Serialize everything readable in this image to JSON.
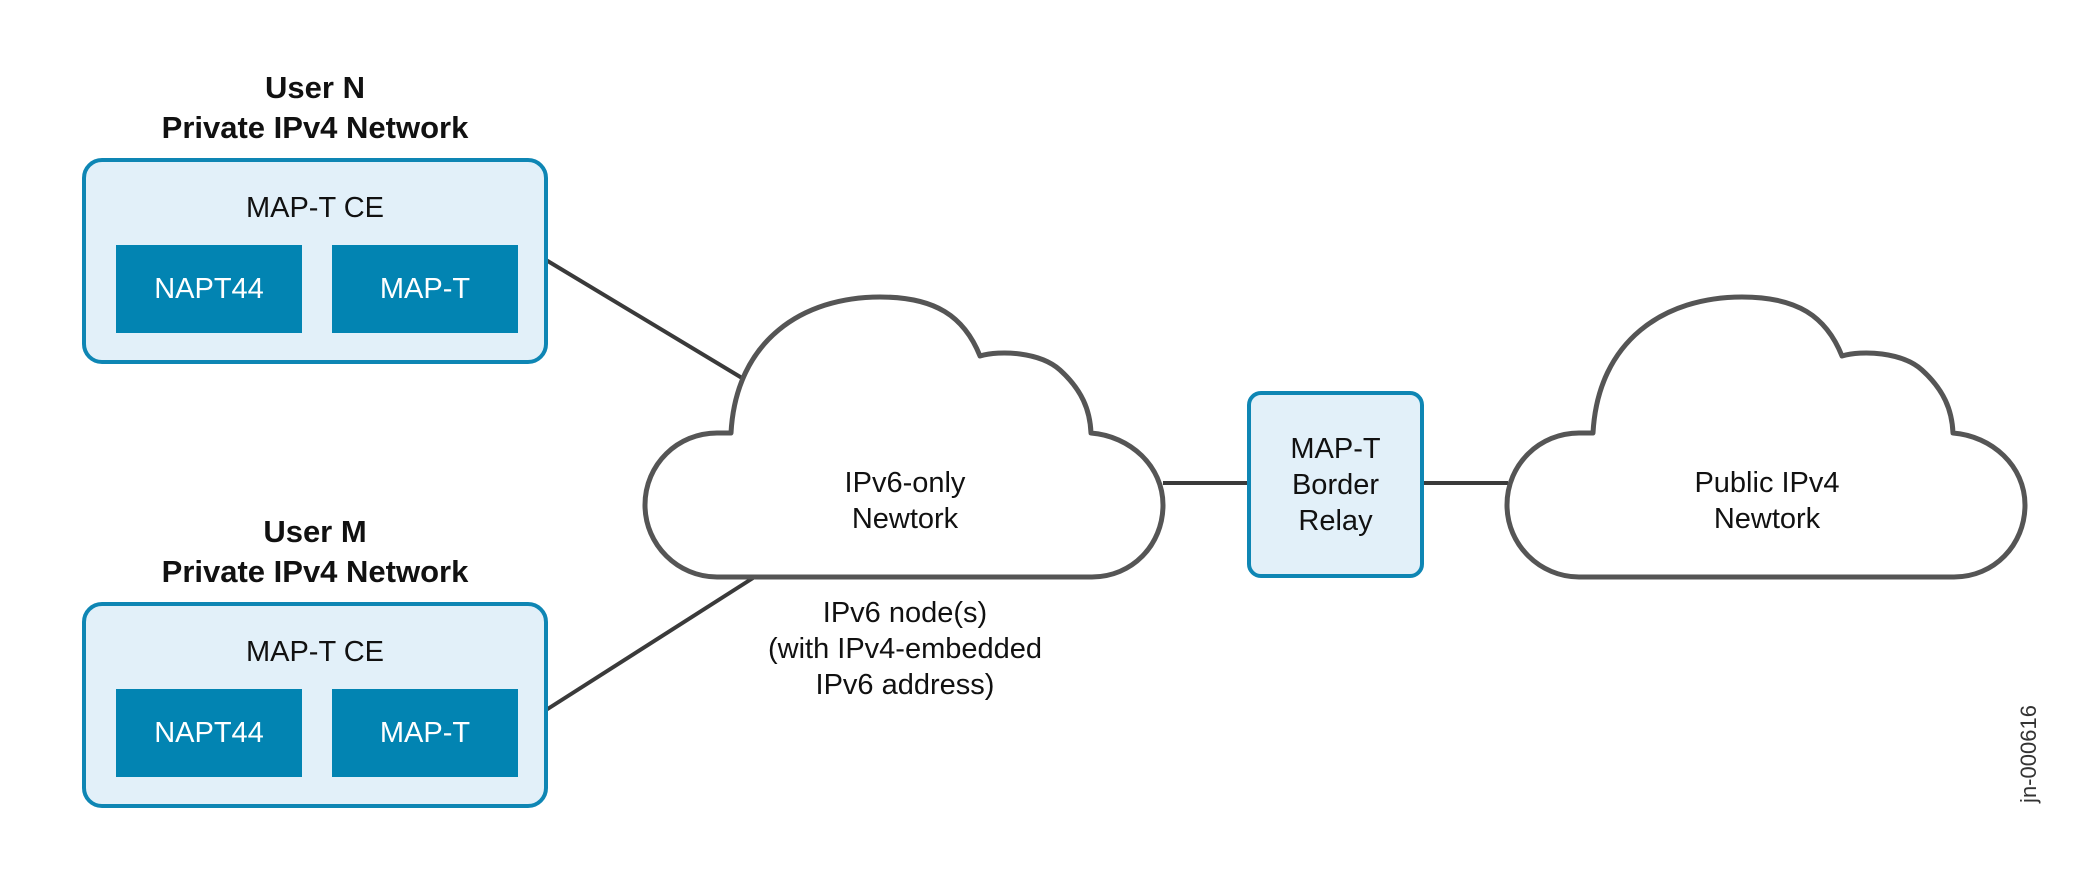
{
  "diagram": {
    "users": [
      {
        "title_line1": "User N",
        "title_line2": "Private IPv4 Network",
        "device": "MAP-T CE",
        "modules": [
          "NAPT44",
          "MAP-T"
        ]
      },
      {
        "title_line1": "User M",
        "title_line2": "Private IPv4 Network",
        "device": "MAP-T CE",
        "modules": [
          "NAPT44",
          "MAP-T"
        ]
      }
    ],
    "ipv6_cloud": {
      "line1": "IPv6-only",
      "line2": "Newtork"
    },
    "ipv6_note": {
      "line1": "IPv6 node(s)",
      "line2": "(with IPv4-embedded",
      "line3": "IPv6 address)"
    },
    "border_relay": {
      "line1": "MAP-T",
      "line2": "Border",
      "line3": "Relay"
    },
    "ipv4_cloud": {
      "line1": "Public IPv4",
      "line2": "Newtork"
    },
    "figure_id": "jn-000616",
    "colors": {
      "box_fill": "#e2f0f9",
      "box_border": "#0e86b4",
      "module_fill": "#0284b2",
      "line": "#3a3a3a",
      "cloud_stroke": "#555555"
    }
  }
}
